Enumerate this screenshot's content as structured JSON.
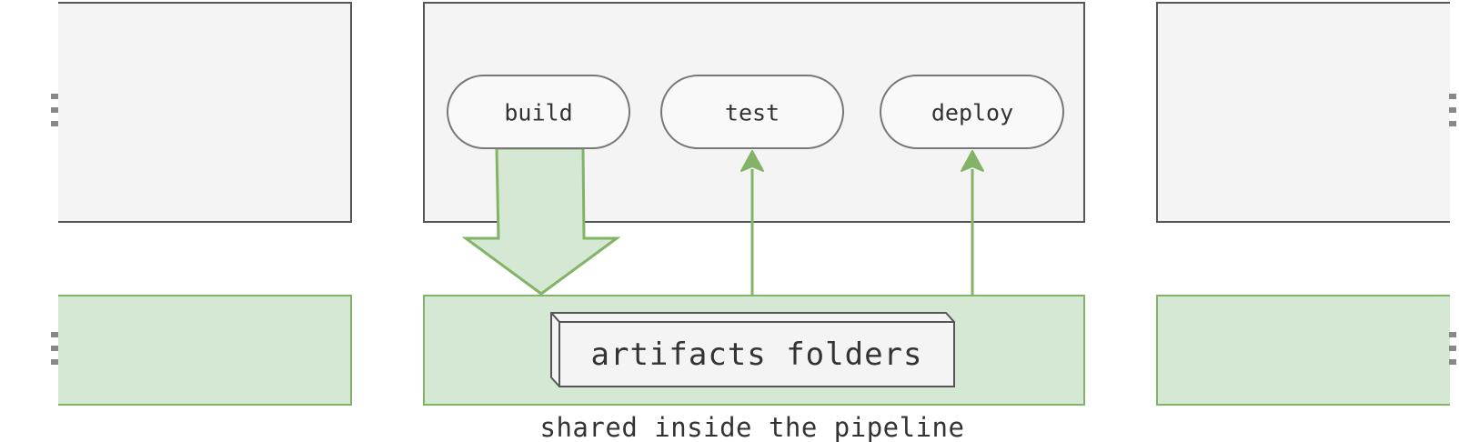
{
  "stages": [
    {
      "label": "build"
    },
    {
      "label": "test"
    },
    {
      "label": "deploy"
    }
  ],
  "storage": {
    "label": "artifacts folders",
    "caption": "shared inside the pipeline"
  },
  "colors": {
    "pipeline_fill": "#f4f4f4",
    "pipeline_stroke": "#555555",
    "storage_fill": "#d5e8d4",
    "storage_stroke": "#82b366",
    "arrow": "#82b366",
    "stage_fill": "#f9f9f9",
    "stage_stroke": "#777777",
    "ellipsis": "#888888"
  }
}
